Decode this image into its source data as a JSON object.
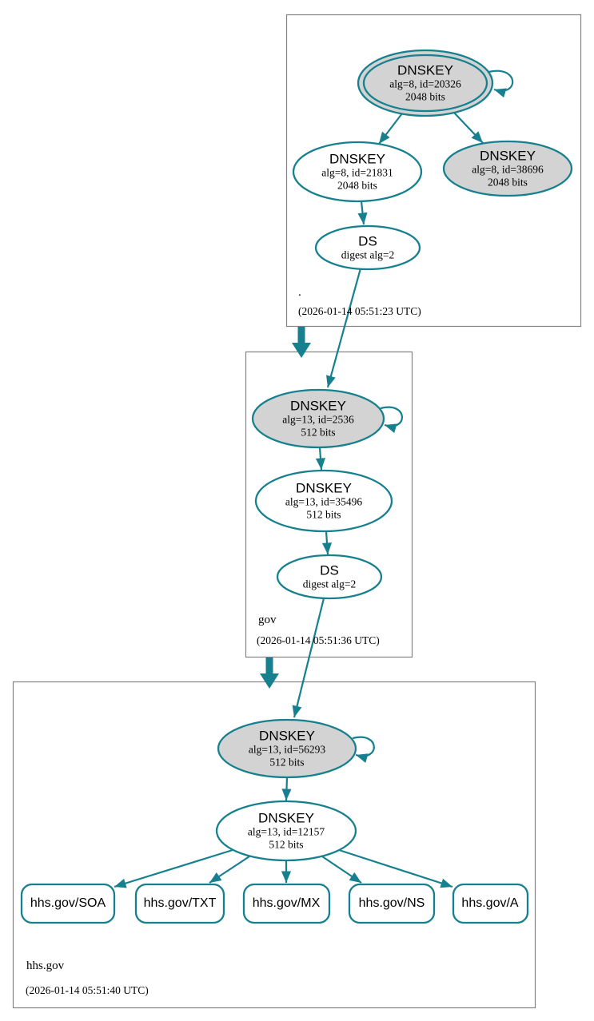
{
  "colors": {
    "edge_secure": "#16808f",
    "node_fill_gray": "#d3d3d3",
    "box_border": "#848484",
    "background": "#ffffff",
    "text": "#000000"
  },
  "zones": [
    {
      "label": ".",
      "timestamp": "(2026-01-14 05:51:23 UTC)",
      "nodes": [
        {
          "key": "dnskey-20326",
          "title": "DNSKEY",
          "attrs": "alg=8, id=20326",
          "size": "2048 bits"
        },
        {
          "key": "dnskey-21831",
          "title": "DNSKEY",
          "attrs": "alg=8, id=21831",
          "size": "2048 bits"
        },
        {
          "key": "dnskey-38696",
          "title": "DNSKEY",
          "attrs": "alg=8, id=38696",
          "size": "2048 bits"
        },
        {
          "key": "ds",
          "title": "DS",
          "attrs": "digest alg=2"
        }
      ]
    },
    {
      "label": "gov",
      "timestamp": "(2026-01-14 05:51:36 UTC)",
      "nodes": [
        {
          "key": "dnskey-2536",
          "title": "DNSKEY",
          "attrs": "alg=13, id=2536",
          "size": "512 bits"
        },
        {
          "key": "dnskey-35496",
          "title": "DNSKEY",
          "attrs": "alg=13, id=35496",
          "size": "512 bits"
        },
        {
          "key": "ds",
          "title": "DS",
          "attrs": "digest alg=2"
        }
      ]
    },
    {
      "label": "hhs.gov",
      "timestamp": "(2026-01-14 05:51:40 UTC)",
      "nodes": [
        {
          "key": "dnskey-56293",
          "title": "DNSKEY",
          "attrs": "alg=13, id=56293",
          "size": "512 bits"
        },
        {
          "key": "dnskey-12157",
          "title": "DNSKEY",
          "attrs": "alg=13, id=12157",
          "size": "512 bits"
        }
      ],
      "rrsets": [
        {
          "label": "hhs.gov/SOA"
        },
        {
          "label": "hhs.gov/TXT"
        },
        {
          "label": "hhs.gov/MX"
        },
        {
          "label": "hhs.gov/NS"
        },
        {
          "label": "hhs.gov/A"
        }
      ]
    }
  ]
}
